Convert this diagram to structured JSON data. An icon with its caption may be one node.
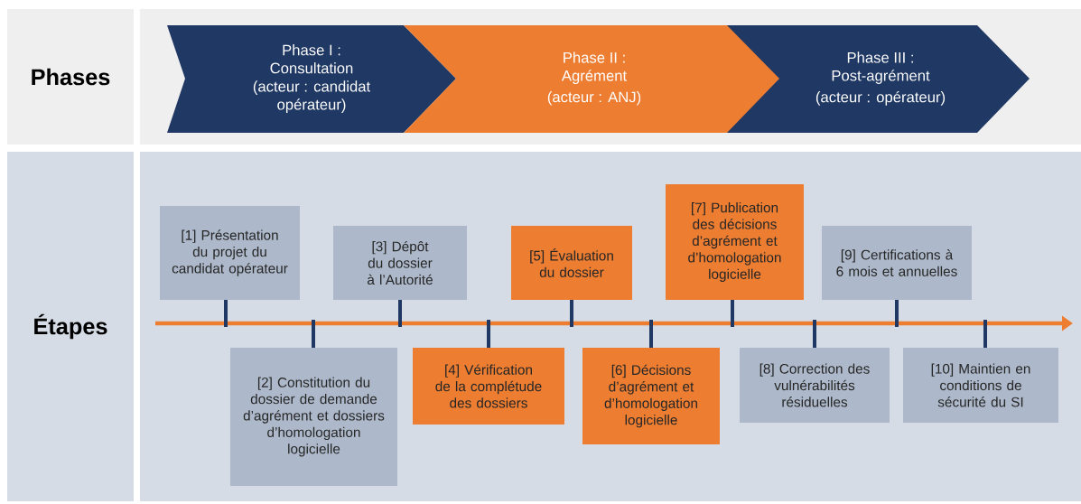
{
  "diagram": {
    "nodes": [
      {
        "text": [
          "Phases"
        ]
      },
      {
        "text": [
          "Étapes"
        ]
      },
      {
        "text": [
          "Phase I : Consultation",
          "(acteur : candidat opérateur)"
        ]
      },
      {
        "text": [
          "Phase II : Agrément",
          "(acteur : ANJ)"
        ]
      },
      {
        "text": [
          "Phase III : Post-agrément",
          "(acteur : opérateur)"
        ]
      },
      {
        "text": [
          "[1] Présentation du projet du candidat opérateur"
        ]
      },
      {
        "text": [
          "[2] Constitution du dossier de demande d’agrément et dossiers d’homologation logicielle"
        ]
      },
      {
        "text": [
          "[3] Dépôt du dossier à l’Autorité"
        ]
      },
      {
        "text": [
          "[4] Vérification de la complétude des dossiers"
        ]
      },
      {
        "text": [
          "[5] Évaluation du dossier"
        ]
      },
      {
        "text": [
          "[6] Décisions d’agrément et d’homologation logicielle"
        ]
      },
      {
        "text": [
          "[7] Publication des décisions d’agrément et d’homologation logicielle"
        ]
      },
      {
        "text": [
          "[8] Correction des vulnérabilités résiduelles"
        ]
      },
      {
        "text": [
          "[9] Certifications à 6 mois et annuelles"
        ]
      },
      {
        "text": [
          "[10] Maintien en conditions de sécurité du SI"
        ]
      }
    ]
  }
}
